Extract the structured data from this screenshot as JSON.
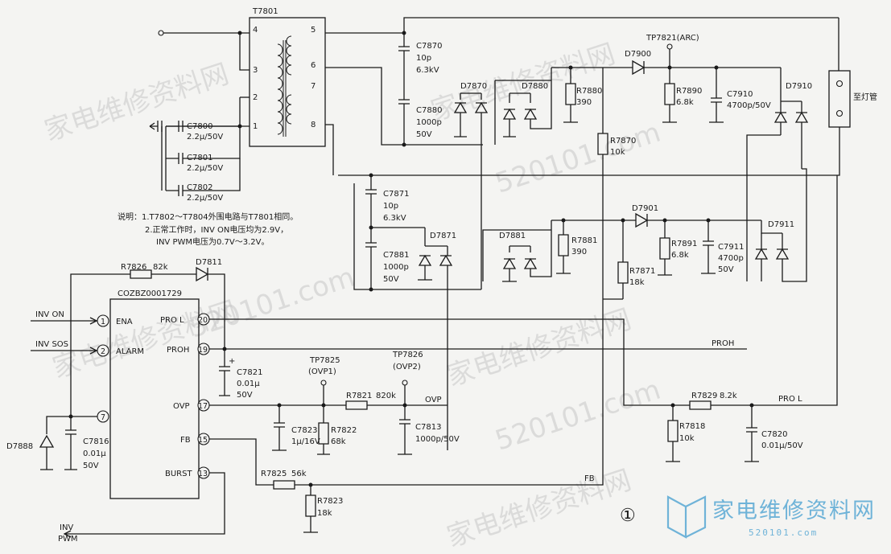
{
  "transformer": {
    "ref": "T7801",
    "pins": [
      "4",
      "3",
      "2",
      "1",
      "5",
      "6",
      "7",
      "8"
    ]
  },
  "lamp_connector": {
    "label": "至灯管"
  },
  "capacitors": {
    "c7800": {
      "ref": "C7800",
      "value": "2.2μ/50V"
    },
    "c7801": {
      "ref": "C7801",
      "value": "2.2μ/50V"
    },
    "c7802": {
      "ref": "C7802",
      "value": "2.2μ/50V"
    },
    "c7870": {
      "ref": "C7870",
      "value1": "10p",
      "value2": "6.3kV"
    },
    "c7880": {
      "ref": "C7880",
      "value1": "1000p",
      "value2": "50V"
    },
    "c7871": {
      "ref": "C7871",
      "value1": "10p",
      "value2": "6.3kV"
    },
    "c7881": {
      "ref": "C7881",
      "value1": "1000p",
      "value2": "50V"
    },
    "c7910": {
      "ref": "C7910",
      "value": "4700p/50V"
    },
    "c7911": {
      "ref": "C7911",
      "value1": "4700p",
      "value2": "50V"
    },
    "c7821": {
      "ref": "C7821",
      "value1": "0.01μ",
      "value2": "50V"
    },
    "c7823": {
      "ref": "C7823",
      "value": "1μ/16V"
    },
    "c7813": {
      "ref": "C7813",
      "value": "1000p/50V"
    },
    "c7816": {
      "ref": "C7816",
      "value1": "0.01μ",
      "value2": "50V"
    },
    "c7820": {
      "ref": "C7820",
      "value": "0.01μ/50V"
    }
  },
  "diodes": {
    "d7870": "D7870",
    "d7880": "D7880",
    "d7900": "D7900",
    "d7910": "D7910",
    "d7871": "D7871",
    "d7881": "D7881",
    "d7901": "D7901",
    "d7911": "D7911",
    "d7811": "D7811",
    "d7888": "D7888"
  },
  "resistors": {
    "r7880": {
      "ref": "R7880",
      "value": "390"
    },
    "r7890": {
      "ref": "R7890",
      "value": "6.8k"
    },
    "r7870": {
      "ref": "R7870",
      "value": "10k"
    },
    "r7881": {
      "ref": "R7881",
      "value": "390"
    },
    "r7891": {
      "ref": "R7891",
      "value": "6.8k"
    },
    "r7871": {
      "ref": "R7871",
      "value": "18k"
    },
    "r7826": {
      "ref": "R7826",
      "value": "82k"
    },
    "r7821": {
      "ref": "R7821",
      "value": "820k"
    },
    "r7822": {
      "ref": "R7822",
      "value": "68k"
    },
    "r7825": {
      "ref": "R7825",
      "value": "56k"
    },
    "r7823": {
      "ref": "R7823",
      "value": "18k"
    },
    "r7829": {
      "ref": "R7829",
      "value": "8.2k"
    },
    "r7818": {
      "ref": "R7818",
      "value": "10k"
    }
  },
  "test_points": {
    "tp7821": "TP7821(ARC)",
    "tp7825": {
      "ref": "TP7825",
      "sub": "(OVP1)"
    },
    "tp7826": {
      "ref": "TP7826",
      "sub": "(OVP2)"
    }
  },
  "ic": {
    "part": "COZBZ0001729",
    "pins": {
      "ena": {
        "num": "1",
        "name": "ENA"
      },
      "alarm": {
        "num": "2",
        "name": "ALARM"
      },
      "p7": {
        "num": "7"
      },
      "ovp": {
        "num": "17",
        "name": "OVP"
      },
      "fb": {
        "num": "15",
        "name": "FB"
      },
      "burst": {
        "num": "13",
        "name": "BURST"
      },
      "prol": {
        "num": "20",
        "name": "PRO L"
      },
      "proh": {
        "num": "19",
        "name": "PROH"
      }
    }
  },
  "signals": {
    "inv_on": "INV ON",
    "inv_sos": "INV SOS",
    "inv_pwm_1": "INV",
    "inv_pwm_2": "PWM",
    "proh": "PROH",
    "pro_l": "PRO L",
    "ovp": "OVP",
    "fb": "FB"
  },
  "notes": [
    "说明：1.T7802～T7804外围电路与T7801相同。",
    "2.正常工作时，INV ON电压均为2.9V，",
    "INV PWM电压为0.7V～3.2V。"
  ],
  "figure_number": "①",
  "branding": {
    "watermark_text": "家电维修资料网",
    "watermark_url": "520101.com",
    "logo_text": "家电维修资料网",
    "logo_url": "520101.com"
  }
}
